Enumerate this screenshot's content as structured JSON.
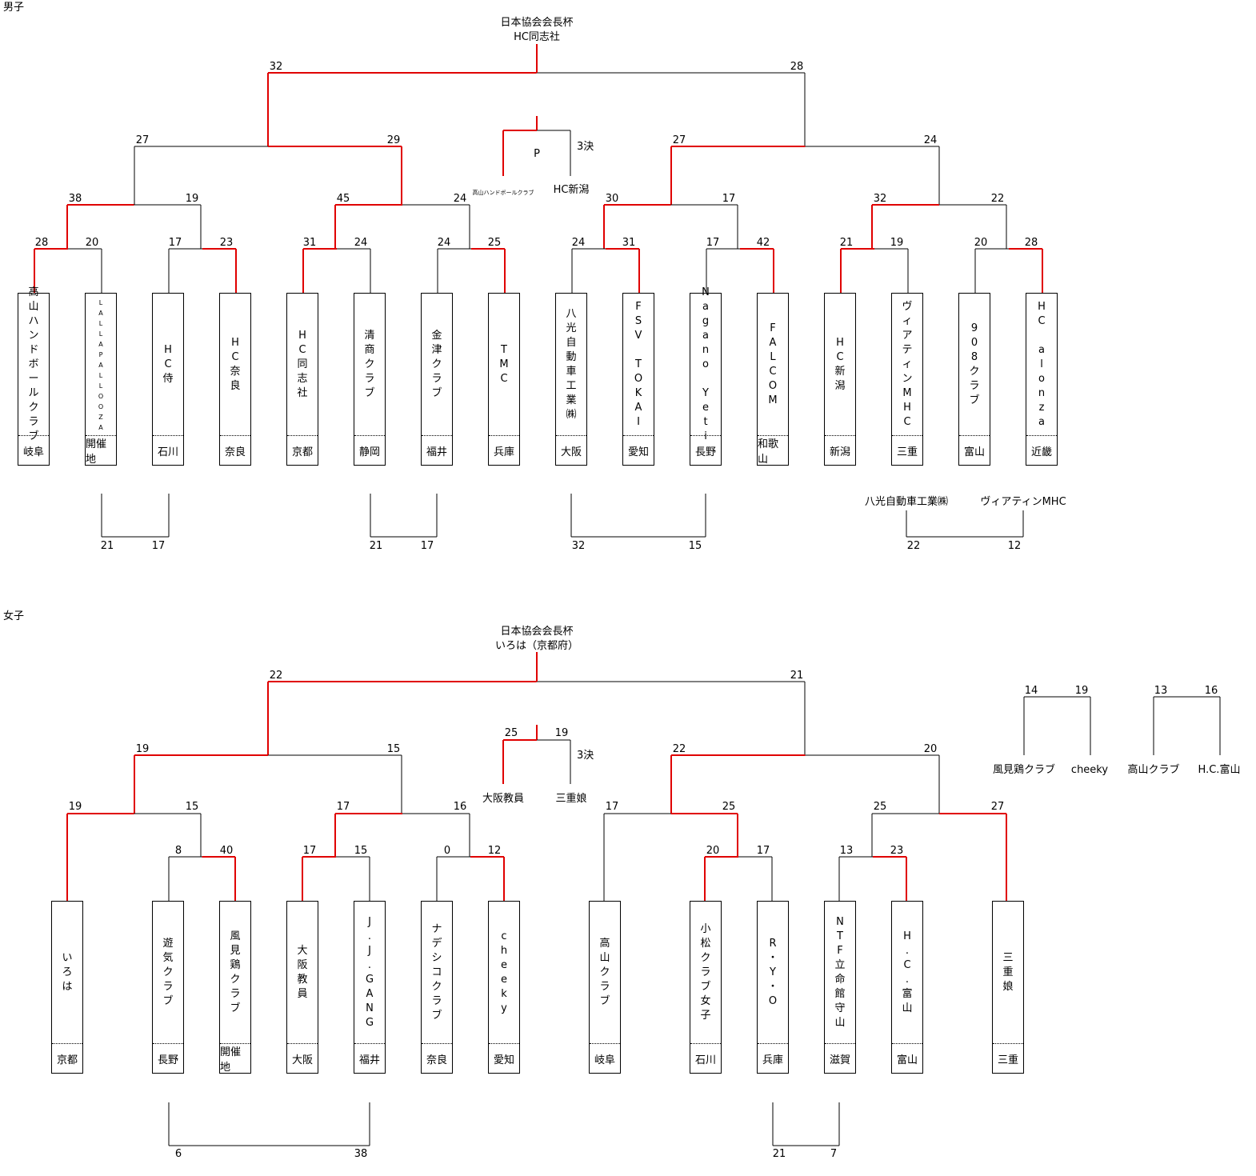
{
  "colors": {
    "winner": "#e00000",
    "line": "#000000"
  },
  "men": {
    "section_label": "男子",
    "trophy": "日本協会会長杯",
    "champion": "HC同志社",
    "final": [
      "32",
      "28"
    ],
    "semi": [
      [
        "27",
        "29"
      ],
      [
        "27",
        "24"
      ]
    ],
    "quarter": [
      [
        "38",
        "19"
      ],
      [
        "45",
        "24"
      ],
      [
        "30",
        "17"
      ],
      [
        "32",
        "22"
      ]
    ],
    "first": [
      [
        "28",
        "20"
      ],
      [
        "17",
        "23"
      ],
      [
        "31",
        "24"
      ],
      [
        "24",
        "25"
      ],
      [
        "24",
        "31"
      ],
      [
        "17",
        "42"
      ],
      [
        "21",
        "19"
      ],
      [
        "20",
        "28"
      ]
    ],
    "third_place": {
      "label": "3決",
      "mark": "P",
      "teams": [
        "高山ハンドボールクラブ",
        "HC新潟"
      ]
    },
    "teams": [
      {
        "name": "高山ハンドボールクラブ",
        "pref": "岐阜"
      },
      {
        "name": "LALLAPALLOOZA",
        "pref": "開催地"
      },
      {
        "name": "HC侍",
        "pref": "石川"
      },
      {
        "name": "HC奈良",
        "pref": "奈良"
      },
      {
        "name": "HC同志社",
        "pref": "京都"
      },
      {
        "name": "清商クラブ",
        "pref": "静岡"
      },
      {
        "name": "金津クラブ",
        "pref": "福井"
      },
      {
        "name": "TMC",
        "pref": "兵庫"
      },
      {
        "name": "八光自動車工業㈱",
        "pref": "大阪"
      },
      {
        "name": "FSV TOKAI",
        "pref": "愛知"
      },
      {
        "name": "Nagano Yeti",
        "pref": "長野"
      },
      {
        "name": "FALCOM",
        "pref": "和歌山"
      },
      {
        "name": "HC新潟",
        "pref": "新潟"
      },
      {
        "name": "ヴィアティンMHC",
        "pref": "三重"
      },
      {
        "name": "908クラブ",
        "pref": "富山"
      },
      {
        "name": "HC alonza",
        "pref": "近畿"
      }
    ],
    "consolation": [
      {
        "scores": [
          "21",
          "17"
        ]
      },
      {
        "scores": [
          "21",
          "17"
        ]
      },
      {
        "scores": [
          "32",
          "15"
        ]
      },
      {
        "teams": [
          "八光自動車工業㈱",
          "ヴィアティンMHC"
        ],
        "scores": [
          "22",
          "12"
        ]
      }
    ]
  },
  "women": {
    "section_label": "女子",
    "trophy": "日本協会会長杯",
    "champion": "いろは（京都府）",
    "final": [
      "22",
      "21"
    ],
    "semi": [
      [
        "19",
        "15"
      ],
      [
        "22",
        "20"
      ]
    ],
    "quarter": [
      [
        "19",
        "15"
      ],
      [
        "17",
        "16"
      ],
      [
        "17",
        "25"
      ],
      [
        "25",
        "27"
      ]
    ],
    "first": [
      [
        "8",
        "40"
      ],
      [
        "17",
        "15"
      ],
      [
        "0",
        "12"
      ],
      [
        "20",
        "17"
      ],
      [
        "13",
        "23"
      ]
    ],
    "third_place": {
      "label": "3決",
      "scores": [
        "25",
        "19"
      ],
      "teams": [
        "大阪教員",
        "三重娘"
      ]
    },
    "teams": [
      {
        "name": "いろは",
        "pref": "京都"
      },
      {
        "name": "遊気クラブ",
        "pref": "長野"
      },
      {
        "name": "風見鶏クラブ",
        "pref": "開催地"
      },
      {
        "name": "大阪教員",
        "pref": "大阪"
      },
      {
        "name": "J.J.GANG",
        "pref": "福井"
      },
      {
        "name": "ナデシコクラブ",
        "pref": "奈良"
      },
      {
        "name": "cheeky",
        "pref": "愛知"
      },
      {
        "name": "高山クラブ",
        "pref": "岐阜"
      },
      {
        "name": "小松クラブ女子",
        "pref": "石川"
      },
      {
        "name": "R・Y・O",
        "pref": "兵庫"
      },
      {
        "name": "NTF立命館守山",
        "pref": "滋賀"
      },
      {
        "name": "H.C.富山",
        "pref": "富山"
      },
      {
        "name": "三重娘",
        "pref": "三重"
      }
    ],
    "consolation": [
      {
        "scores": [
          "6",
          "38"
        ]
      },
      {
        "scores": [
          "21",
          "7"
        ]
      }
    ],
    "extra_matches": [
      {
        "teams": [
          "風見鶏クラブ",
          "cheeky"
        ],
        "scores": [
          "14",
          "19"
        ]
      },
      {
        "teams": [
          "高山クラブ",
          "H.C.富山"
        ],
        "scores": [
          "13",
          "16"
        ]
      }
    ]
  }
}
